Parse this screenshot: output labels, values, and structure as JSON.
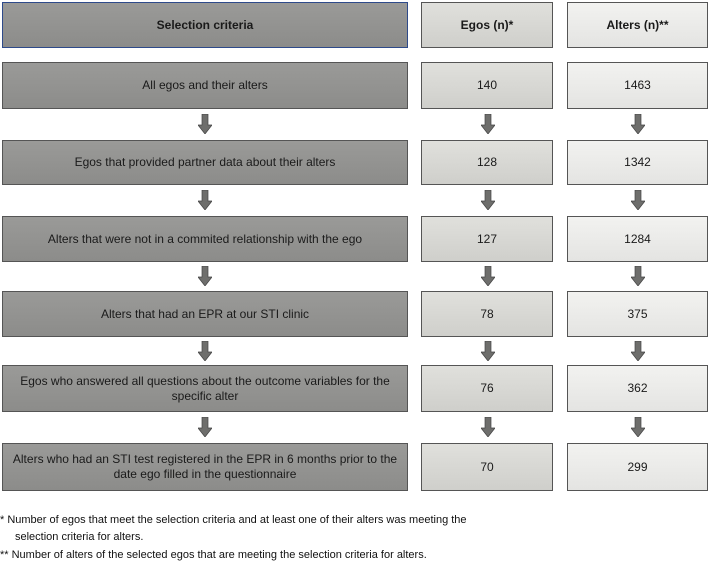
{
  "headers": {
    "criteria": "Selection criteria",
    "egos": "Egos (n)*",
    "alters": "Alters  (n)**"
  },
  "rows": [
    {
      "criteria": "All egos and their alters",
      "egos": "140",
      "alters": "1463"
    },
    {
      "criteria": "Egos that provided partner data about their alters",
      "egos": "128",
      "alters": "1342"
    },
    {
      "criteria": "Alters that were not in a commited relationship with the ego",
      "egos": "127",
      "alters": "1284"
    },
    {
      "criteria": "Alters that had an EPR at our STI clinic",
      "egos": "78",
      "alters": "375"
    },
    {
      "criteria": "Egos who answered all questions about the outcome variables for the specific alter",
      "egos": "76",
      "alters": "362"
    },
    {
      "criteria": "Alters who had an STI test registered in the EPR in 6 months prior to the date ego filled in the questionnaire",
      "egos": "70",
      "alters": "299"
    }
  ],
  "footnotes": {
    "egos_line1": "*   Number of egos that meet the selection criteria and at least one of their alters was meeting the",
    "egos_line2": "selection criteria for alters.",
    "alters": "** Number of alters of the selected egos that are meeting the selection criteria for alters."
  },
  "colors": {
    "criteria_fill": "#8f8f8d",
    "egos_fill": "#d4d4d0",
    "alters_fill": "#e8e8e6",
    "arrow": "#6e6e6c"
  }
}
